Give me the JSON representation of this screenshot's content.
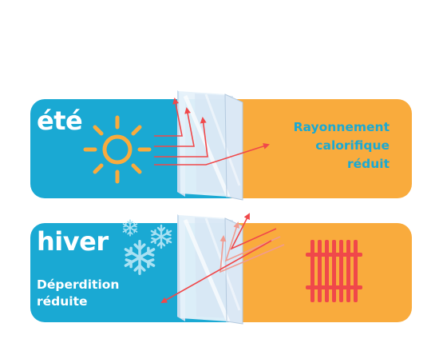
{
  "summer": {
    "title": "été",
    "caption_lines": [
      "Rayonnement",
      "calorifique",
      "réduit"
    ],
    "icon": "sun-icon"
  },
  "winter": {
    "title": "hiver",
    "caption_lines": [
      "Déperdition",
      "réduite"
    ],
    "icons": [
      "snowflake-icon",
      "radiator-icon"
    ]
  },
  "colors": {
    "cool_zone": "#1aa9d3",
    "warm_zone": "#f9ab3d",
    "arrow": "#f0484a",
    "glass": "#e6f1fa"
  }
}
